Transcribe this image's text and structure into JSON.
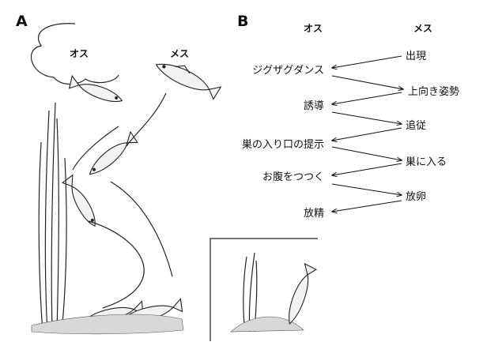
{
  "panel_a": {
    "label": "A",
    "male_label": "オス",
    "female_label": "メス"
  },
  "panel_b": {
    "label": "B",
    "male_header": "オス",
    "female_header": "メス",
    "male_steps": [
      "ジグザグダンス",
      "誘導",
      "巣の入り口の提示",
      "お腹をつつく",
      "放精"
    ],
    "female_steps": [
      "出現",
      "上向き姿勢",
      "追従",
      "巣に入る",
      "放卵"
    ]
  }
}
